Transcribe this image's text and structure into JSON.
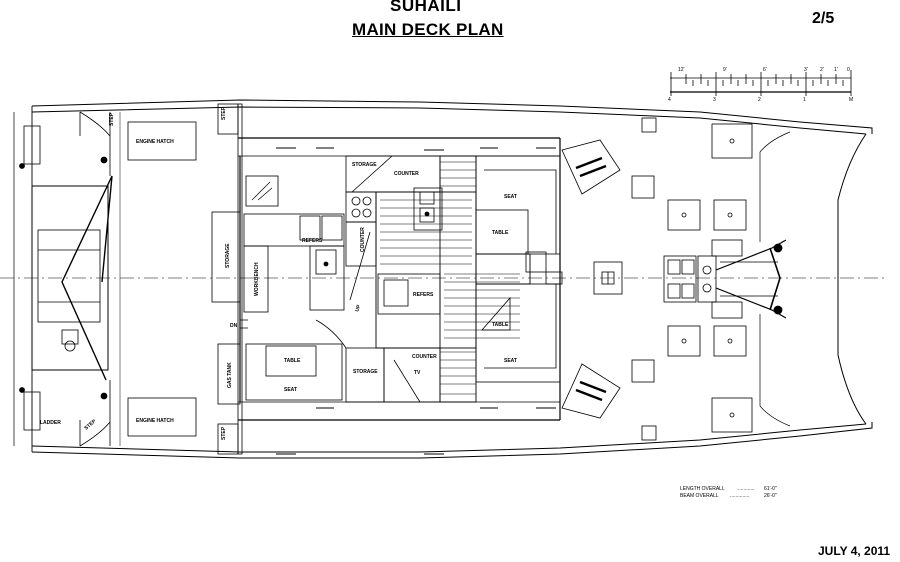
{
  "title": "SUHAILI",
  "subtitle": "MAIN DECK PLAN",
  "sheet": "2/5",
  "date": "JULY 4, 2011",
  "scale": {
    "feet_labels": [
      "12'",
      "9'",
      "6'",
      "3'",
      "2'",
      "1'",
      "0"
    ],
    "meter_labels": [
      "4",
      "3",
      "2",
      "1",
      "M"
    ]
  },
  "specs": [
    {
      "label": "LENGTH OVERALL",
      "value": "61'-0\""
    },
    {
      "label": "BEAM OVERALL",
      "value": "26'-0\""
    }
  ],
  "labels": {
    "engine_hatch_top": "ENGINE HATCH",
    "engine_hatch_bottom": "ENGINE HATCH",
    "step_top_left": "STEP",
    "step_top_right": "STEP",
    "step_bottom_left": "STEP",
    "step_bottom_right": "STEP",
    "ladder": "LADDER",
    "storage_left": "STORAGE",
    "workbench": "WORKBENCH",
    "refers_left": "REFERS",
    "dn": "DN",
    "gas_tank": "GAS TANK",
    "table_left": "TABLE",
    "seat_left": "SEAT",
    "storage_top": "STORAGE",
    "counter_top": "COUNTER",
    "counter_mid": "COUNTER",
    "up": "UP",
    "refers_mid": "REFERS",
    "storage_bottom": "STORAGE",
    "counter_bottom": "COUNTER",
    "tv": "TV",
    "seat_top": "SEAT",
    "table_main": "TABLE",
    "table_small": "TABLE",
    "seat_bottom": "SEAT"
  }
}
